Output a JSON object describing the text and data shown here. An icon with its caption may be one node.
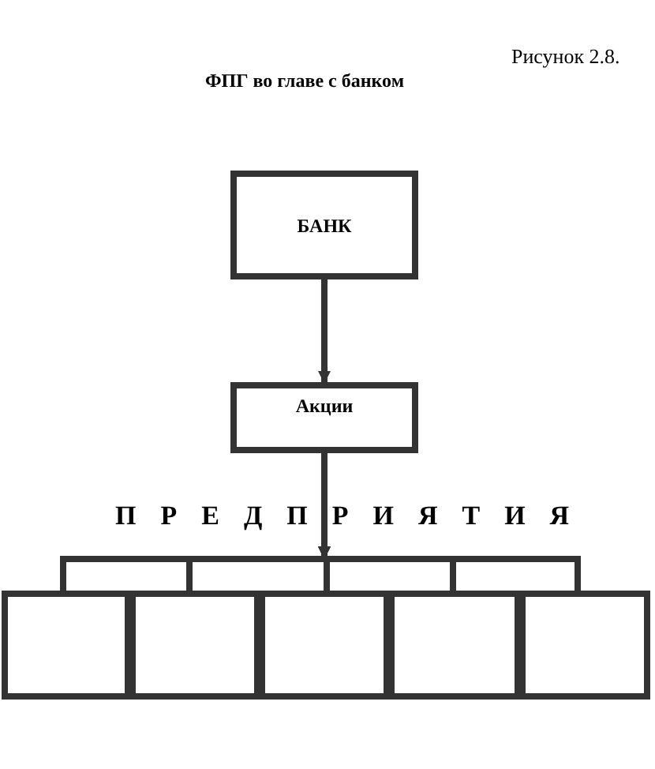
{
  "diagram": {
    "title": "ФПГ во главе с банком",
    "nodes": [
      {
        "text": [
          "БАНК"
        ]
      },
      {
        "text": [
          "Акции"
        ]
      },
      {
        "text": [],
        "shape": "box"
      },
      {
        "text": [],
        "shape": "box"
      },
      {
        "text": [],
        "shape": "box"
      },
      {
        "text": [],
        "shape": "box"
      },
      {
        "text": [],
        "shape": "box"
      }
    ],
    "edges": [
      {
        "from": 0,
        "to": 1,
        "arrow": "to"
      },
      {
        "from": 1,
        "to": 2,
        "arrow": "to"
      },
      {
        "from": 1,
        "to": 3,
        "arrow": "to"
      },
      {
        "from": 1,
        "to": 4,
        "arrow": "to"
      },
      {
        "from": 1,
        "to": 5,
        "arrow": "to"
      },
      {
        "from": 1,
        "to": 6,
        "arrow": "to"
      }
    ],
    "labels": [
      "Рисунок 2.8.",
      "ПРЕДПРИЯТИЯ"
    ]
  }
}
